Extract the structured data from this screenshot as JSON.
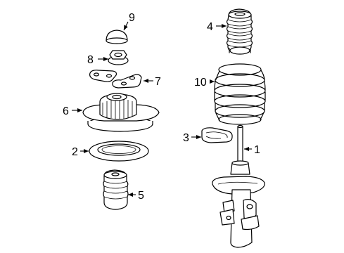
{
  "diagram": {
    "callouts": [
      {
        "number": "1",
        "part": "strut assembly"
      },
      {
        "number": "2",
        "part": "spring seat"
      },
      {
        "number": "3",
        "part": "lower spring insulator"
      },
      {
        "number": "4",
        "part": "dust boot"
      },
      {
        "number": "5",
        "part": "bump stop"
      },
      {
        "number": "6",
        "part": "upper strut mount"
      },
      {
        "number": "7",
        "part": "bracket"
      },
      {
        "number": "8",
        "part": "nut"
      },
      {
        "number": "9",
        "part": "cap"
      },
      {
        "number": "10",
        "part": "coil spring"
      }
    ],
    "colors": {
      "ink": "#000000",
      "paper": "#ffffff"
    }
  }
}
